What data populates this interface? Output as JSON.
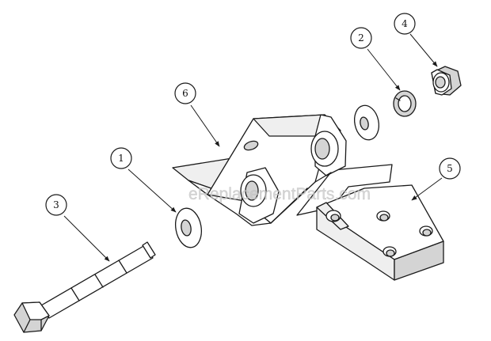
{
  "watermark": "eReplacementParts.com",
  "callouts": [
    "1",
    "2",
    "3",
    "4",
    "5",
    "6"
  ]
}
